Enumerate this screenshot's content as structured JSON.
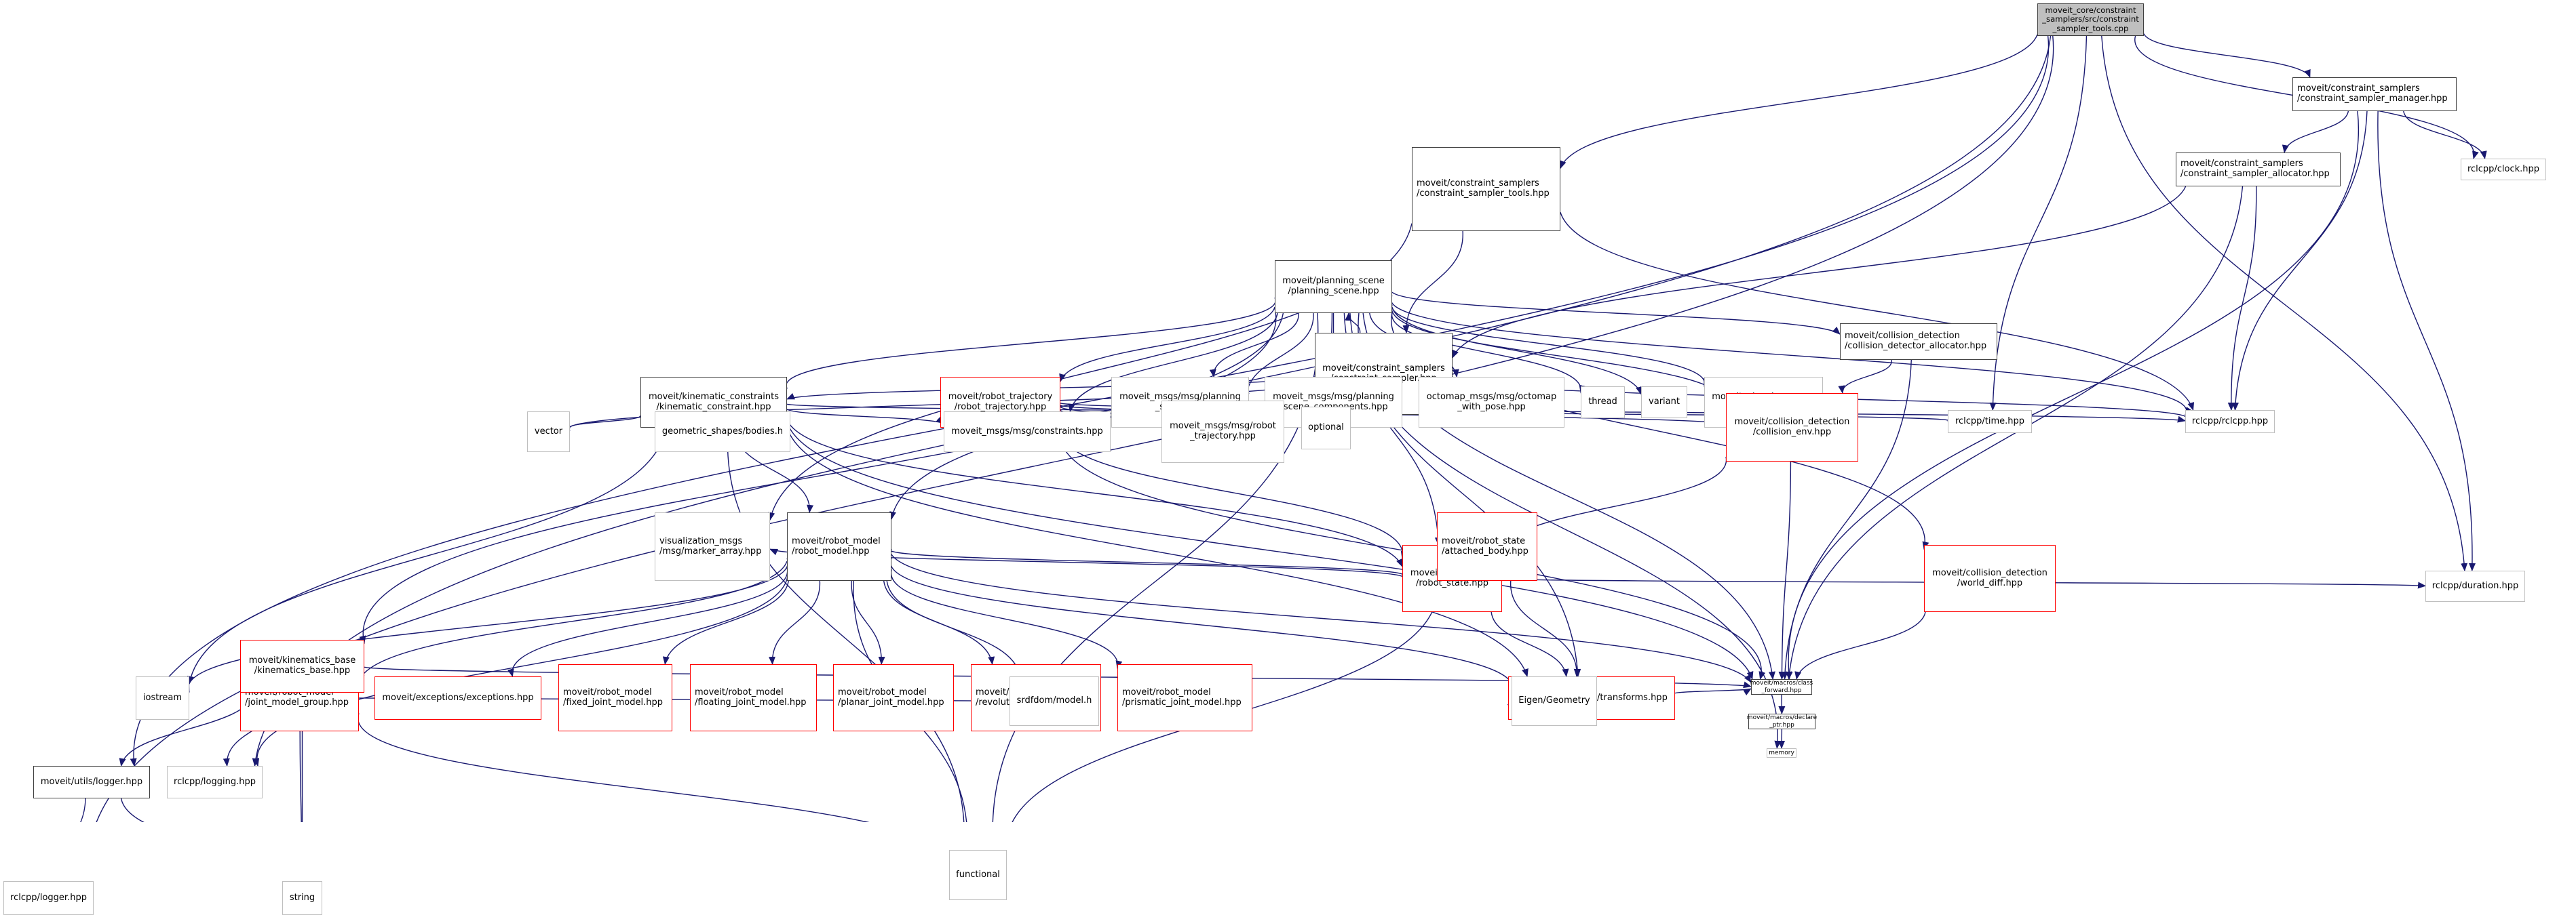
{
  "title": "moveit_core/constraint_samplers/src/constraint_sampler_tools.cpp include dependency graph",
  "colors": {
    "edge": "#191970",
    "root_fill": "#bfbfbf",
    "documented_border": "#404040",
    "external_border": "#bfbfbf",
    "undocumented_border": "#ff0000"
  },
  "nodes": [
    {
      "id": "root",
      "label": "moveit_core/constraint\n_samplers/src/constraint\n_sampler_tools.cpp",
      "kind": "root"
    },
    {
      "id": "csm",
      "label": "moveit/constraint_samplers\n/constraint_sampler_manager.hpp",
      "kind": "doc",
      "align": "left"
    },
    {
      "id": "cst",
      "label": "moveit/constraint_samplers\n/constraint_sampler_tools.hpp",
      "kind": "doc",
      "align": "left"
    },
    {
      "id": "csa",
      "label": "moveit/constraint_samplers\n/constraint_sampler_allocator.hpp",
      "kind": "doc",
      "align": "left"
    },
    {
      "id": "cs",
      "label": "moveit/constraint_samplers\n/constraint_sampler.hpp",
      "kind": "doc"
    },
    {
      "id": "clock",
      "label": "rclcpp/clock.hpp",
      "kind": "ext"
    },
    {
      "id": "ps",
      "label": "moveit/planning_scene\n/planning_scene.hpp",
      "kind": "doc"
    },
    {
      "id": "kc",
      "label": "moveit/kinematic_constraints\n/kinematic_constraint.hpp",
      "kind": "doc"
    },
    {
      "id": "rt",
      "label": "moveit/robot_trajectory\n/robot_trajectory.hpp",
      "kind": "red"
    },
    {
      "id": "mps",
      "label": "moveit_msgs/msg/planning\n_scene.hpp",
      "kind": "ext"
    },
    {
      "id": "mpsc",
      "label": "moveit_msgs/msg/planning\n_scene_components.hpp",
      "kind": "ext"
    },
    {
      "id": "oct",
      "label": "octomap_msgs/msg/octomap\n_with_pose.hpp",
      "kind": "ext"
    },
    {
      "id": "thread",
      "label": "thread",
      "kind": "ext"
    },
    {
      "id": "variant",
      "label": "variant",
      "kind": "ext"
    },
    {
      "id": "pse",
      "label": "moveit_planning_scene\n_export.h",
      "kind": "ext"
    },
    {
      "id": "cda",
      "label": "moveit/collision_detection\n/collision_detector_allocator.hpp",
      "kind": "doc",
      "align": "left"
    },
    {
      "id": "vector",
      "label": "vector",
      "kind": "ext"
    },
    {
      "id": "bodies",
      "label": "geometric_shapes/bodies.h",
      "kind": "ext"
    },
    {
      "id": "constraints",
      "label": "moveit_msgs/msg/constraints.hpp",
      "kind": "ext"
    },
    {
      "id": "mrt",
      "label": "moveit_msgs/msg/robot\n_trajectory.hpp",
      "kind": "ext"
    },
    {
      "id": "optional",
      "label": "optional",
      "kind": "ext"
    },
    {
      "id": "ce",
      "label": "moveit/collision_detection\n/collision_env.hpp",
      "kind": "red"
    },
    {
      "id": "time",
      "label": "rclcpp/time.hpp",
      "kind": "ext"
    },
    {
      "id": "rclcpp",
      "label": "rclcpp/rclcpp.hpp",
      "kind": "ext"
    },
    {
      "id": "rs",
      "label": "moveit/robot_state\n/robot_state.hpp",
      "kind": "red"
    },
    {
      "id": "wd",
      "label": "moveit/collision_detection\n/world_diff.hpp",
      "kind": "red"
    },
    {
      "id": "marker",
      "label": "visualization_msgs\n/msg/marker_array.hpp",
      "kind": "ext",
      "align": "left"
    },
    {
      "id": "rm",
      "label": "moveit/robot_model\n/robot_model.hpp",
      "kind": "doc",
      "align": "left"
    },
    {
      "id": "ab",
      "label": "moveit/robot_state\n/attached_body.hpp",
      "kind": "red",
      "align": "left"
    },
    {
      "id": "duration",
      "label": "rclcpp/duration.hpp",
      "kind": "ext"
    },
    {
      "id": "iostream",
      "label": "iostream",
      "kind": "ext"
    },
    {
      "id": "jmg",
      "label": "moveit/robot_model\n/joint_model_group.hpp",
      "kind": "red",
      "align": "left"
    },
    {
      "id": "exc",
      "label": "moveit/exceptions/exceptions.hpp",
      "kind": "red"
    },
    {
      "id": "fjm",
      "label": "moveit/robot_model\n/fixed_joint_model.hpp",
      "kind": "red",
      "align": "left"
    },
    {
      "id": "fljm",
      "label": "moveit/robot_model\n/floating_joint_model.hpp",
      "kind": "red",
      "align": "left"
    },
    {
      "id": "pjm",
      "label": "moveit/robot_model\n/planar_joint_model.hpp",
      "kind": "red",
      "align": "left"
    },
    {
      "id": "rjm",
      "label": "moveit/robot_model\n/revolute_joint_model.hpp",
      "kind": "red",
      "align": "left"
    },
    {
      "id": "prjm",
      "label": "moveit/robot_model\n/prismatic_joint_model.hpp",
      "kind": "red",
      "align": "left"
    },
    {
      "id": "tf",
      "label": "moveit/transforms/transforms.hpp",
      "kind": "red"
    },
    {
      "id": "kb",
      "label": "moveit/kinematics_base\n/kinematics_base.hpp",
      "kind": "red"
    },
    {
      "id": "srdf",
      "label": "srdfdom/model.h",
      "kind": "ext"
    },
    {
      "id": "eigen",
      "label": "Eigen/Geometry",
      "kind": "ext"
    },
    {
      "id": "logger",
      "label": "moveit/utils/logger.hpp",
      "kind": "doc"
    },
    {
      "id": "logging",
      "label": "rclcpp/logging.hpp",
      "kind": "ext"
    },
    {
      "id": "functional",
      "label": "functional",
      "kind": "ext"
    },
    {
      "id": "cf",
      "label": "moveit/macros/class\n_forward.hpp",
      "kind": "doc"
    },
    {
      "id": "rlogger",
      "label": "rclcpp/logger.hpp",
      "kind": "ext"
    },
    {
      "id": "string",
      "label": "string",
      "kind": "ext"
    },
    {
      "id": "dp",
      "label": "moveit/macros/declare\n_ptr.hpp",
      "kind": "doc"
    },
    {
      "id": "memory",
      "label": "memory",
      "kind": "ext"
    }
  ],
  "edges": [
    [
      "root",
      "cst"
    ],
    [
      "root",
      "csm"
    ],
    [
      "root",
      "clock"
    ],
    [
      "root",
      "duration"
    ],
    [
      "root",
      "time"
    ],
    [
      "root",
      "logger"
    ],
    [
      "root",
      "logging"
    ],
    [
      "root",
      "rlogger"
    ],
    [
      "csm",
      "csa"
    ],
    [
      "csm",
      "clock"
    ],
    [
      "csm",
      "rclcpp"
    ],
    [
      "csm",
      "cf"
    ],
    [
      "csm",
      "duration"
    ],
    [
      "cst",
      "cs"
    ],
    [
      "cst",
      "marker"
    ],
    [
      "cst",
      "rclcpp"
    ],
    [
      "csa",
      "cs"
    ],
    [
      "csa",
      "rclcpp"
    ],
    [
      "csa",
      "cf"
    ],
    [
      "cs",
      "ps"
    ],
    [
      "cs",
      "kc"
    ],
    [
      "cs",
      "vector"
    ],
    [
      "cs",
      "rclcpp"
    ],
    [
      "ps",
      "kc"
    ],
    [
      "ps",
      "rt"
    ],
    [
      "ps",
      "mps"
    ],
    [
      "ps",
      "mpsc"
    ],
    [
      "ps",
      "oct"
    ],
    [
      "ps",
      "thread"
    ],
    [
      "ps",
      "variant"
    ],
    [
      "ps",
      "pse"
    ],
    [
      "ps",
      "cda"
    ],
    [
      "ps",
      "constraints"
    ],
    [
      "ps",
      "mrt"
    ],
    [
      "ps",
      "ce"
    ],
    [
      "ps",
      "rs"
    ],
    [
      "ps",
      "wd"
    ],
    [
      "ps",
      "tf"
    ],
    [
      "ps",
      "rm"
    ],
    [
      "ps",
      "kb"
    ],
    [
      "ps",
      "rclcpp"
    ],
    [
      "ps",
      "cf"
    ],
    [
      "ps",
      "memory"
    ],
    [
      "ps",
      "functional"
    ],
    [
      "ps",
      "optional"
    ],
    [
      "kc",
      "vector"
    ],
    [
      "kc",
      "bodies"
    ],
    [
      "kc",
      "constraints"
    ],
    [
      "kc",
      "rm"
    ],
    [
      "kc",
      "rs"
    ],
    [
      "kc",
      "iostream"
    ],
    [
      "kc",
      "tf"
    ],
    [
      "kc",
      "functional"
    ],
    [
      "kc",
      "cf"
    ],
    [
      "kc",
      "time"
    ],
    [
      "rt",
      "mrt"
    ],
    [
      "rt",
      "rs"
    ],
    [
      "rt",
      "optional"
    ],
    [
      "rt",
      "cf"
    ],
    [
      "rt",
      "rclcpp"
    ],
    [
      "rt",
      "ce"
    ],
    [
      "cda",
      "ce"
    ],
    [
      "cda",
      "cf"
    ],
    [
      "ce",
      "rs"
    ],
    [
      "ce",
      "cf"
    ],
    [
      "rs",
      "rm"
    ],
    [
      "rs",
      "ab"
    ],
    [
      "rs",
      "tf"
    ],
    [
      "rs",
      "marker"
    ],
    [
      "rs",
      "duration"
    ],
    [
      "wd",
      "cf"
    ],
    [
      "rm",
      "iostream"
    ],
    [
      "rm",
      "jmg"
    ],
    [
      "rm",
      "exc"
    ],
    [
      "rm",
      "fjm"
    ],
    [
      "rm",
      "fljm"
    ],
    [
      "rm",
      "pjm"
    ],
    [
      "rm",
      "rjm"
    ],
    [
      "rm",
      "prjm"
    ],
    [
      "rm",
      "srdf"
    ],
    [
      "rm",
      "eigen"
    ],
    [
      "rm",
      "cf"
    ],
    [
      "rm",
      "functional"
    ],
    [
      "rm",
      "logging"
    ],
    [
      "ab",
      "tf"
    ],
    [
      "ab",
      "functional"
    ],
    [
      "jmg",
      "kb"
    ],
    [
      "jmg",
      "string"
    ],
    [
      "jmg",
      "functional"
    ],
    [
      "jmg",
      "srdf"
    ],
    [
      "tf",
      "eigen"
    ],
    [
      "tf",
      "cf"
    ],
    [
      "kb",
      "logger"
    ],
    [
      "kb",
      "logging"
    ],
    [
      "kb",
      "string"
    ],
    [
      "kb",
      "cf"
    ],
    [
      "logger",
      "rlogger"
    ],
    [
      "logger",
      "string"
    ],
    [
      "cf",
      "dp"
    ],
    [
      "dp",
      "memory"
    ]
  ]
}
